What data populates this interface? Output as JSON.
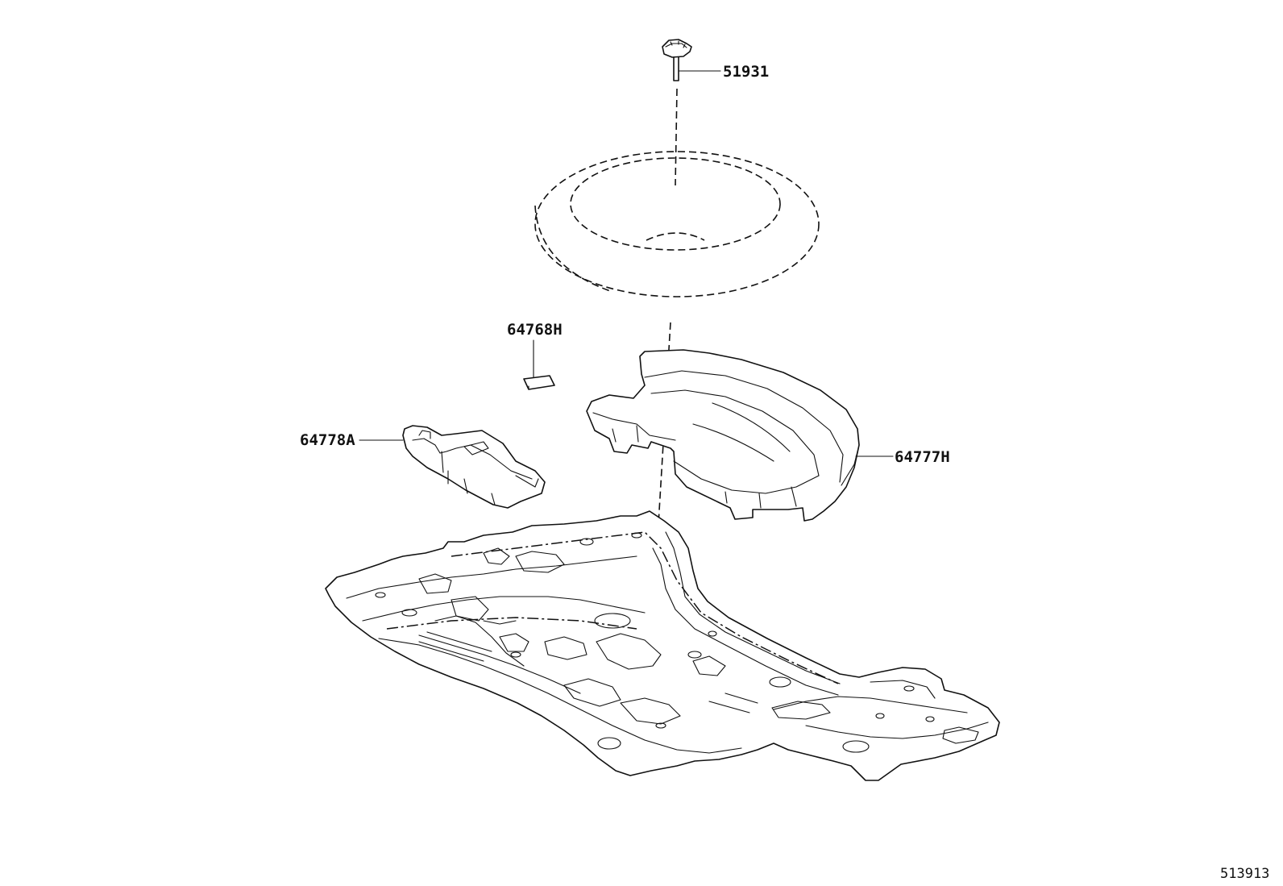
{
  "parts": {
    "p51931": "51931",
    "p64768H": "64768H",
    "p64778A": "64778A",
    "p64777H": "64777H"
  },
  "diagram_ref": "513913"
}
